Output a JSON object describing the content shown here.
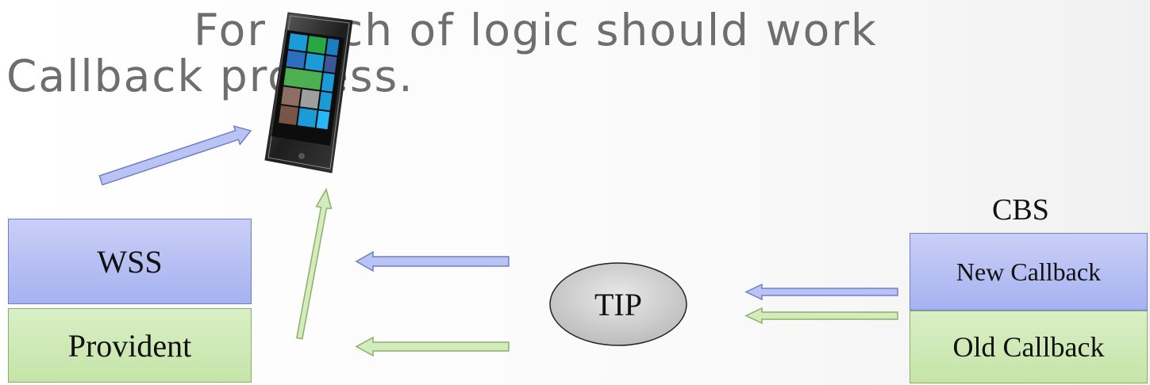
{
  "slide": {
    "title_line_1": "For each of logic should work",
    "title_line_2": "Callback process."
  },
  "nodes": {
    "wss": "WSS",
    "provident": "Provident",
    "tip": "TIP",
    "cbs_label": "CBS",
    "new_callback": "New Callback",
    "old_callback": "Old Callback"
  },
  "icons": {
    "phone": "smartphone-icon"
  },
  "colors": {
    "blue_fill": "#b4bdf3",
    "blue_border": "#6f7fca",
    "green_fill": "#cfe8b7",
    "green_border": "#8bb065",
    "title_text": "#6e6e6e",
    "ellipse_fill": "#d2d2d2"
  }
}
